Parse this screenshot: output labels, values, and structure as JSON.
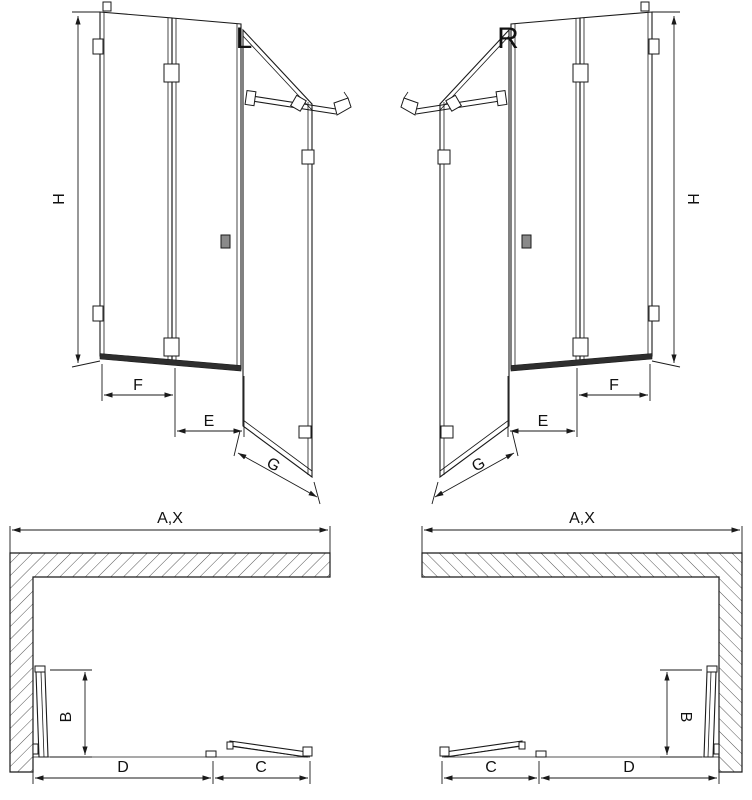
{
  "colors": {
    "line": "#1a1a1a",
    "background": "#ffffff",
    "rail": "#2e2e2e",
    "hatch": "#555555"
  },
  "front_left": {
    "variant_label": "L",
    "dims": {
      "height": "H",
      "fixed_panel": "F",
      "door_panel": "E",
      "side_panel": "G"
    }
  },
  "front_right": {
    "variant_label": "R",
    "dims": {
      "height": "H",
      "fixed_panel": "F",
      "door_panel": "E",
      "side_panel": "G"
    }
  },
  "plan_left": {
    "dims": {
      "width": "A,X",
      "depth": "B",
      "opening": "D",
      "side": "C"
    }
  },
  "plan_right": {
    "dims": {
      "width": "A,X",
      "depth": "B",
      "opening": "D",
      "side": "C"
    }
  }
}
